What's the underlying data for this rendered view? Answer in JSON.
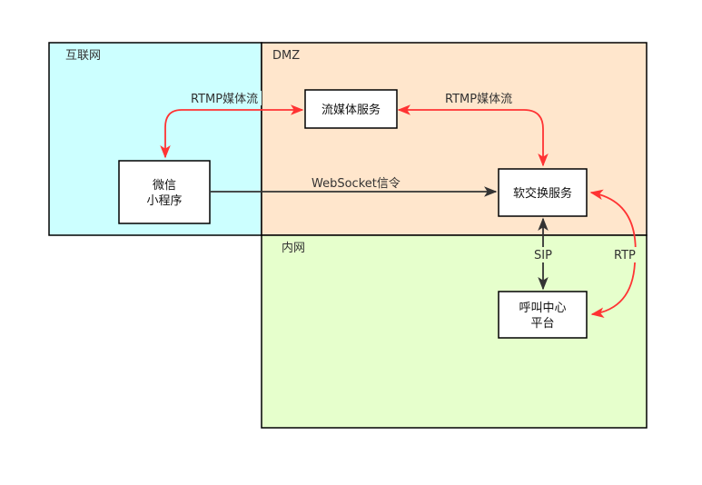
{
  "zones": {
    "internet": {
      "label": "互联网",
      "fill": "#ccffff"
    },
    "dmz": {
      "label": "DMZ",
      "fill": "#ffe6cc"
    },
    "intranet": {
      "label": "内网",
      "fill": "#e6ffcc"
    }
  },
  "nodes": {
    "wechat": {
      "line1": "微信",
      "line2": "小程序"
    },
    "streaming": {
      "label": "流媒体服务"
    },
    "softswitch": {
      "label": "软交换服务"
    },
    "callcenter": {
      "line1": "呼叫中心",
      "line2": "平台"
    }
  },
  "edges": {
    "rtmp_left": "RTMP媒体流",
    "rtmp_right": "RTMP媒体流",
    "websocket": "WebSocket信令",
    "sip": "SIP",
    "rtp": "RTP"
  },
  "colors": {
    "red_arrow": "#ff3333",
    "black_arrow": "#333333",
    "border": "#000000"
  }
}
